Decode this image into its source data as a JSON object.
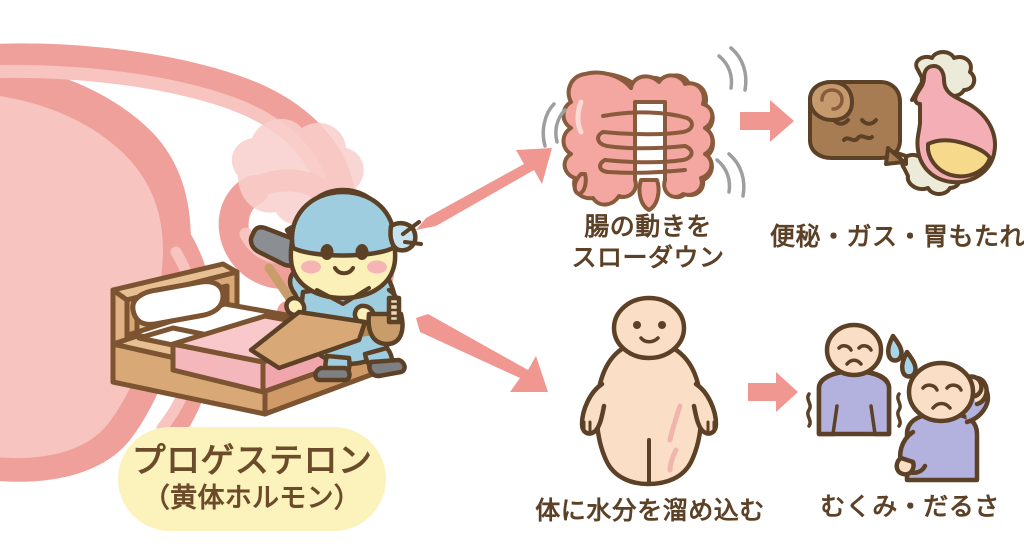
{
  "figure": {
    "title_pill": {
      "line1": "プロゲステロン",
      "line2": "（黄体ホルモン）",
      "bg_color": "#fbf2bc",
      "text_color": "#6b4b2a"
    },
    "captions": {
      "intestine_line1": "腸の動きを",
      "intestine_line2": "スローダウン",
      "constipation": "便秘・ガス・胃もたれ",
      "water_retention": "体に水分を溜め込む",
      "swelling_fatigue": "むくみ・だるさ"
    },
    "illustrations": {
      "uterus": "uterus-illustration",
      "bed": "bed-illustration",
      "mascot": "carpenter-mascot",
      "intestine": "intestine-illustration",
      "stool": "sad-stool-character",
      "stomach": "stomach-illustration",
      "gas_clouds": "gas-cloud-puff",
      "bloated_body": "bloated-body-figure",
      "tired_person_back": "tired-person-sweating",
      "tired_person_front": "tired-person-head-ache"
    },
    "arrows": {
      "branch_up": "arrow-up-right",
      "branch_down": "arrow-down-right",
      "link_top": "arrow-right-top",
      "link_bottom": "arrow-right-bottom"
    },
    "colors": {
      "arrow_pink": "#ef9790",
      "outline_brown": "#5c4126",
      "uterus_pink": "#f0a09a",
      "uterus_light": "#f7c4bf",
      "intestine_pink": "#f4a6a0",
      "skin": "#fadfc6",
      "wood": "#d9a濃"
    }
  }
}
